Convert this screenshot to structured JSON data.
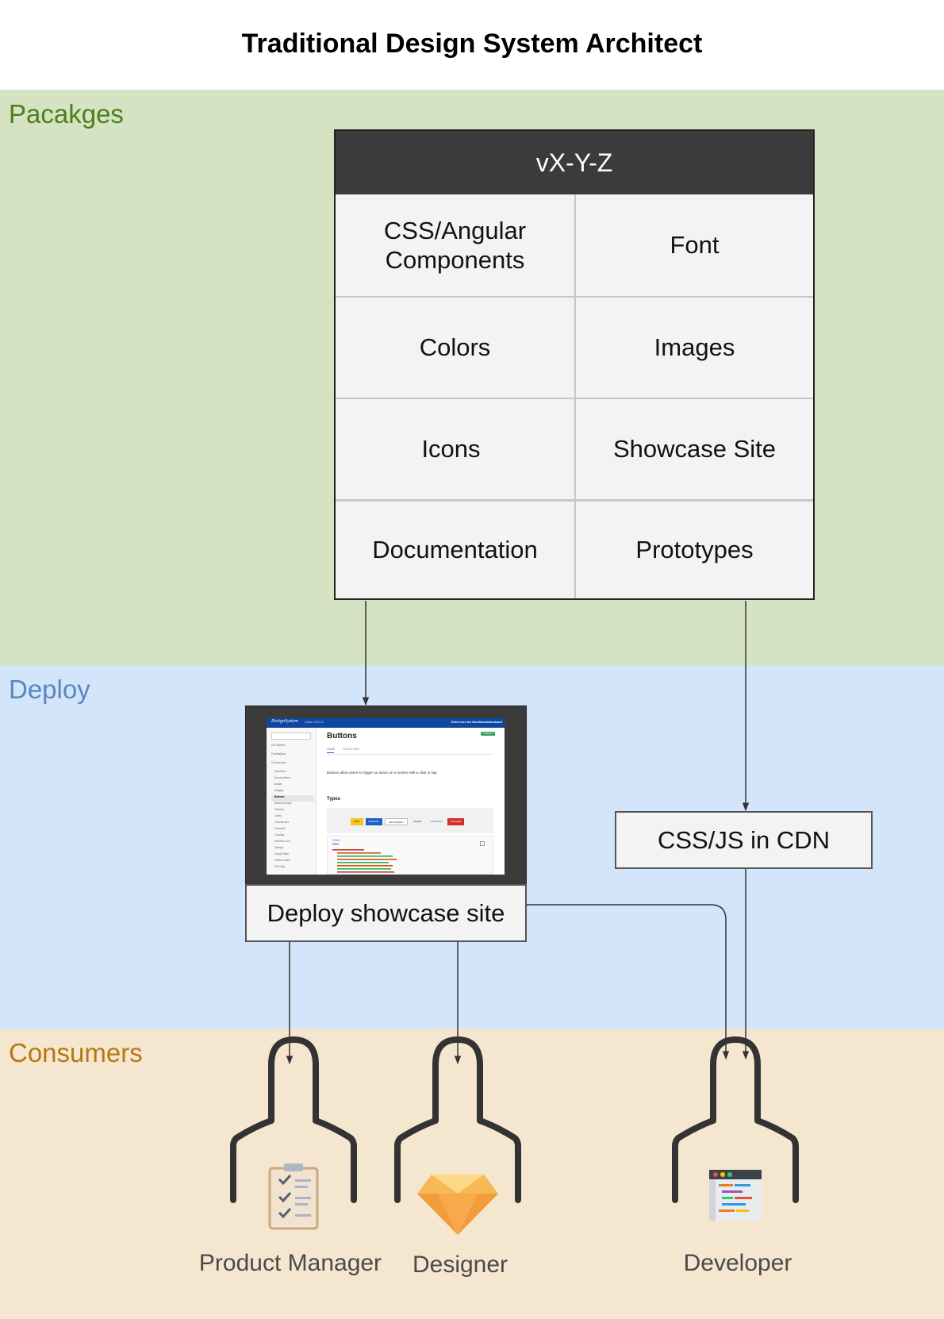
{
  "title": "Traditional Design System Architect",
  "bands": {
    "packages": "Pacakges",
    "deploy": "Deploy",
    "consumers": "Consumers"
  },
  "package": {
    "version": "vX-Y-Z",
    "cells": [
      "CSS/Angular Components",
      "Font",
      "Colors",
      "Images",
      "Icons",
      "Showcase Site",
      "Documentation",
      "Prototypes"
    ]
  },
  "deploy": {
    "showcase_label": "Deploy showcase site",
    "cdn_label": "CSS/JS in CDN",
    "screenshot": {
      "brand": "DesignSystem",
      "version": "Clean 4.9.5.2",
      "banner_link": "Click here for the/download about",
      "page_title": "Buttons",
      "badge": "CURRENT",
      "tabs": [
        "CODE",
        "GUIDELINES"
      ],
      "description": "Buttons allow users to trigger an action on a screen with a click or tap.",
      "section": "Types",
      "buttons": [
        "MAIN",
        "PRIMARY",
        "SECONDARY",
        "PHASE",
        "Link Button",
        "DANGER"
      ],
      "code_tab": "HTML",
      "nav": [
        "Get Started",
        "Foundations",
        "Components",
        "Accordion",
        "Accumulation",
        "Avatar",
        "Badges",
        "Buttons",
        "Button Groups",
        "Callouts",
        "Cards",
        "Checkboxes",
        "Carousel",
        "Chartips",
        "Definition List",
        "Dialogs",
        "Empty State",
        "Feature Walk",
        "File Drop"
      ]
    }
  },
  "consumers": [
    {
      "label": "Product Manager",
      "icon": "clipboard-checklist-icon"
    },
    {
      "label": "Designer",
      "icon": "diamond-gem-icon"
    },
    {
      "label": "Developer",
      "icon": "code-editor-icon"
    }
  ],
  "colors": {
    "packages_bg": "#d5e3c3",
    "deploy_bg": "#d3e5fb",
    "consumers_bg": "#f5e6d0",
    "packages_text": "#4d7f1d",
    "deploy_text": "#5a87bd",
    "consumers_text": "#b8770f",
    "header_dark": "#3b3b3b"
  }
}
